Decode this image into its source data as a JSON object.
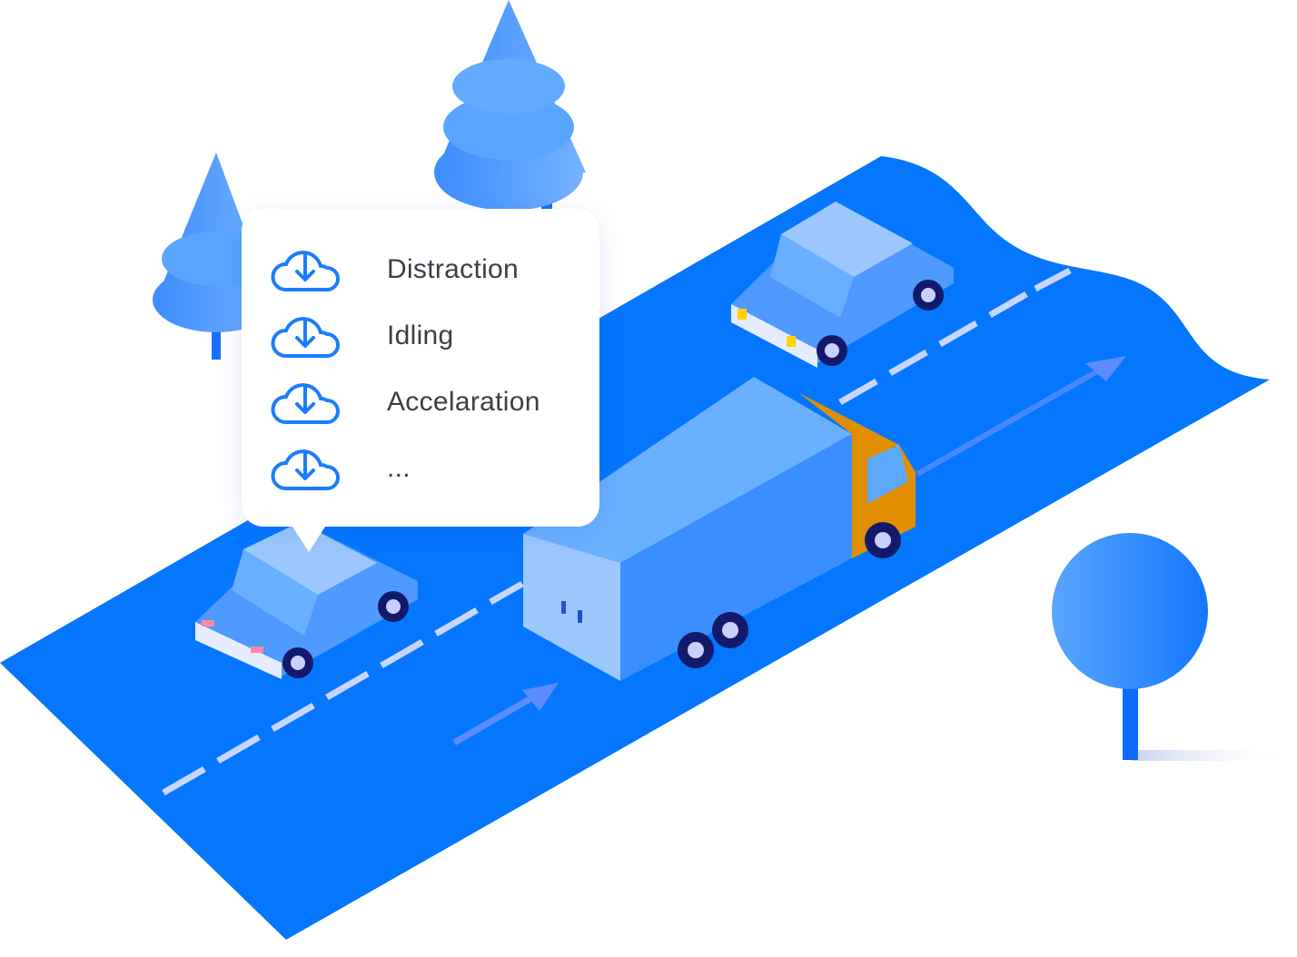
{
  "menu": {
    "items": [
      {
        "label": "Distraction",
        "icon": "cloud-download-icon"
      },
      {
        "label": "Idling",
        "icon": "cloud-download-icon"
      },
      {
        "label": "Accelaration",
        "icon": "cloud-download-icon"
      },
      {
        "label": "...",
        "icon": "cloud-download-icon"
      }
    ]
  },
  "colors": {
    "road": "#0577ff",
    "vehicle": "#5ca8ff",
    "cab": "#ffc629",
    "icon": "#1a7dff",
    "text": "#3a3f47"
  }
}
